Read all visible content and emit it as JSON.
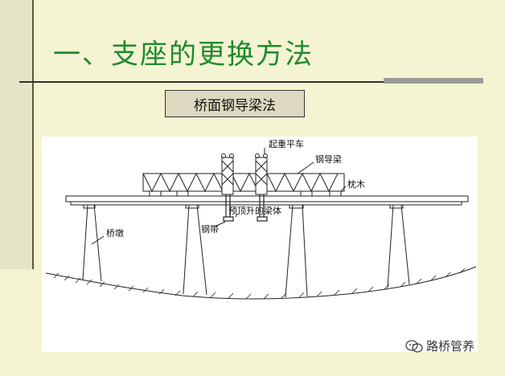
{
  "slide": {
    "title": "一、支座的更换方法",
    "method_label": "桥面钢导梁法"
  },
  "diagram": {
    "labels": {
      "crane": "起重平车",
      "steel_guide_beam": "钢导梁",
      "sleeper": "枕木",
      "pier": "桥墩",
      "steel_belt": "钢带",
      "beam_to_lift": "预顶升的梁体"
    }
  },
  "watermark": {
    "text": "路桥管养"
  },
  "colors": {
    "title_green": "#1f8a2e",
    "background": "#f4f4d2",
    "line": "#222222"
  }
}
